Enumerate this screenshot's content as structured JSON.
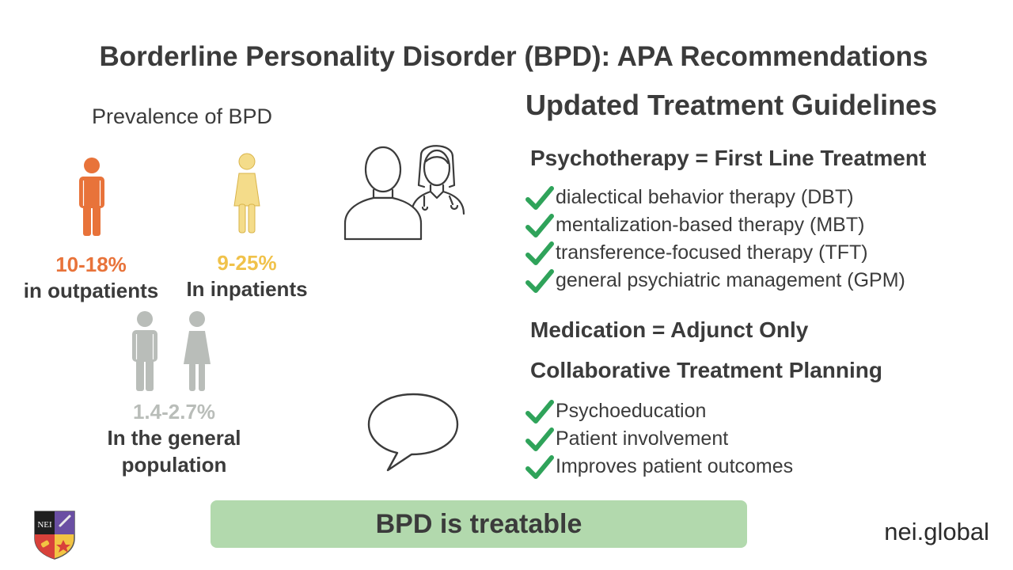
{
  "title": "Borderline Personality Disorder (BPD): APA Recommendations",
  "prevalence": {
    "heading": "Prevalence of BPD",
    "outpatients": {
      "pct": "10-18%",
      "label": "in outpatients",
      "color": "#e8733a"
    },
    "inpatients": {
      "pct": "9-25%",
      "label": "In inpatients",
      "color": "#f0c24b"
    },
    "general": {
      "pct": "1.4-2.7%",
      "label_line1": "In the general",
      "label_line2": "population",
      "color": "#b9bdb9"
    }
  },
  "guidelines": {
    "heading": "Updated Treatment Guidelines",
    "psychotherapy": {
      "heading": "Psychotherapy = First Line Treatment",
      "items": [
        "dialectical behavior therapy (DBT)",
        "mentalization-based therapy (MBT)",
        "transference-focused therapy (TFT)",
        "general psychiatric management (GPM)"
      ]
    },
    "medication": "Medication = Adjunct Only",
    "collaborative": {
      "heading": "Collaborative Treatment Planning",
      "items": [
        "Psychoeducation",
        "Patient involvement",
        "Improves patient outcomes"
      ]
    }
  },
  "banner": "BPD is treatable",
  "site": "nei.global",
  "logo_text": "NEI",
  "icons": [
    "male-figure-icon",
    "female-figure-icon",
    "patient-doctor-icon",
    "speech-bubble-icon",
    "check-icon",
    "nei-shield-logo"
  ],
  "colors": {
    "check": "#2fa35a",
    "banner": "#b2d9ad",
    "outline": "#3b3b3b"
  }
}
